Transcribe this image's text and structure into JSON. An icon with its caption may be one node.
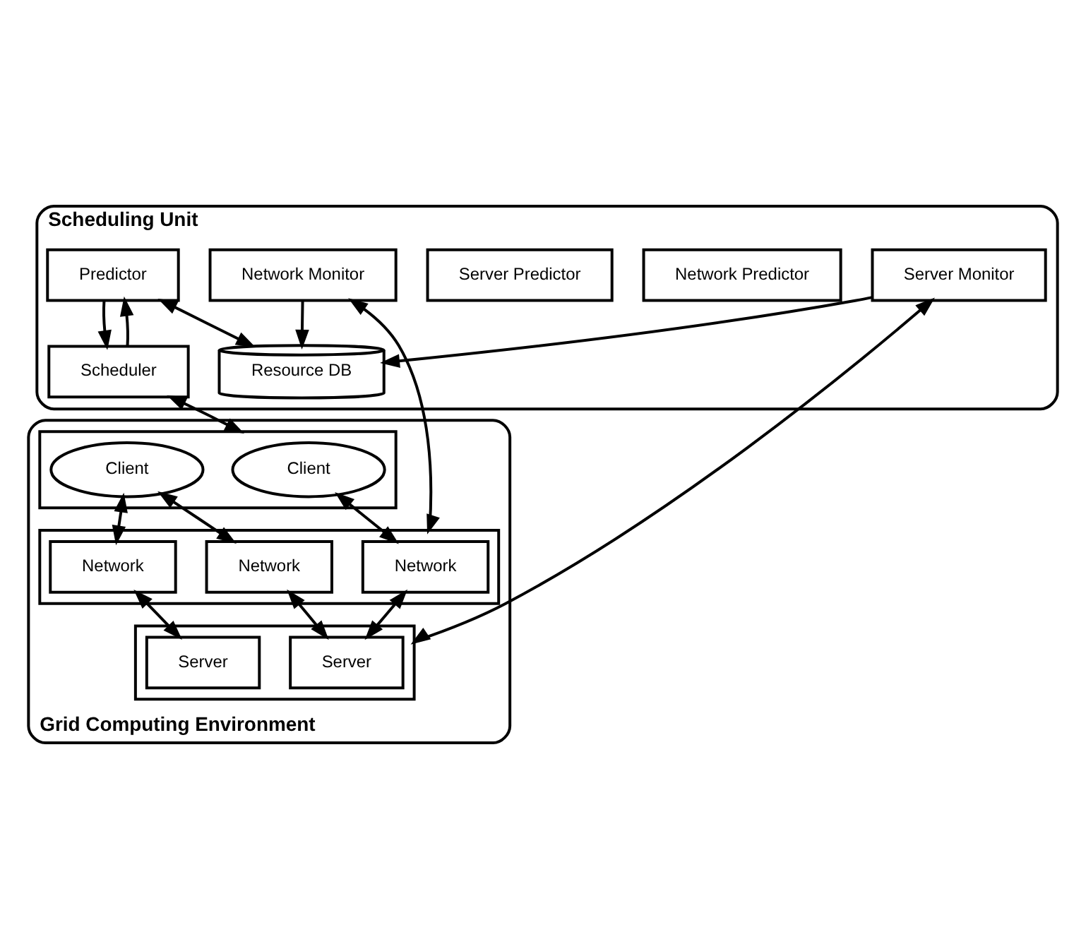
{
  "diagram": {
    "nodes": [
      {
        "text": [
          "Scheduling Unit"
        ]
      },
      {
        "text": [
          "Predictor"
        ],
        "in": 0
      },
      {
        "text": [
          "Network Predictor"
        ],
        "in": 0
      },
      {
        "text": [
          "Server Predictor"
        ],
        "in": 0
      },
      {
        "text": [
          "Scheduler"
        ],
        "in": 0
      },
      {
        "text": [
          "Resource DB"
        ],
        "in": 0
      },
      {
        "text": [
          "Network Monitor"
        ],
        "in": 0
      },
      {
        "text": [
          "Server Monitor"
        ],
        "in": 0
      },
      {
        "text": [
          "Grid Computing Environment"
        ]
      },
      {
        "text": [],
        "shape": "box",
        "in": 8
      },
      {
        "text": [
          "Client"
        ],
        "in": 9
      },
      {
        "text": [
          "Client"
        ],
        "in": 9
      },
      {
        "text": [],
        "shape": "box",
        "in": 8
      },
      {
        "text": [
          "Network"
        ],
        "in": 12
      },
      {
        "text": [
          "Network"
        ],
        "in": 12
      },
      {
        "text": [
          "Network"
        ],
        "in": 12
      },
      {
        "text": [],
        "shape": "box",
        "in": 8
      },
      {
        "text": [
          "Server"
        ],
        "in": 16
      },
      {
        "text": [
          "Server"
        ],
        "in": 16
      }
    ],
    "edges": [
      {
        "from": 1,
        "to": 4,
        "arrow": "to"
      },
      {
        "from": 4,
        "to": 1,
        "arrow": "to"
      },
      {
        "from": 1,
        "to": 5,
        "arrow": "both"
      },
      {
        "from": 6,
        "to": 5,
        "arrow": "to"
      },
      {
        "from": 7,
        "to": 5,
        "arrow": "to"
      },
      {
        "from": 4,
        "to": 9,
        "arrow": "both"
      },
      {
        "from": 6,
        "to": 12,
        "arrow": "both"
      },
      {
        "from": 7,
        "to": 16,
        "arrow": "both"
      },
      {
        "from": 10,
        "to": 13,
        "arrow": "both"
      },
      {
        "from": 13,
        "to": 17,
        "arrow": "both"
      },
      {
        "from": 11,
        "to": 14,
        "arrow": "both"
      },
      {
        "from": 14,
        "to": 17,
        "arrow": "both"
      },
      {
        "from": 11,
        "to": 15,
        "arrow": "both"
      },
      {
        "from": 15,
        "to": 18,
        "arrow": "both"
      }
    ]
  }
}
